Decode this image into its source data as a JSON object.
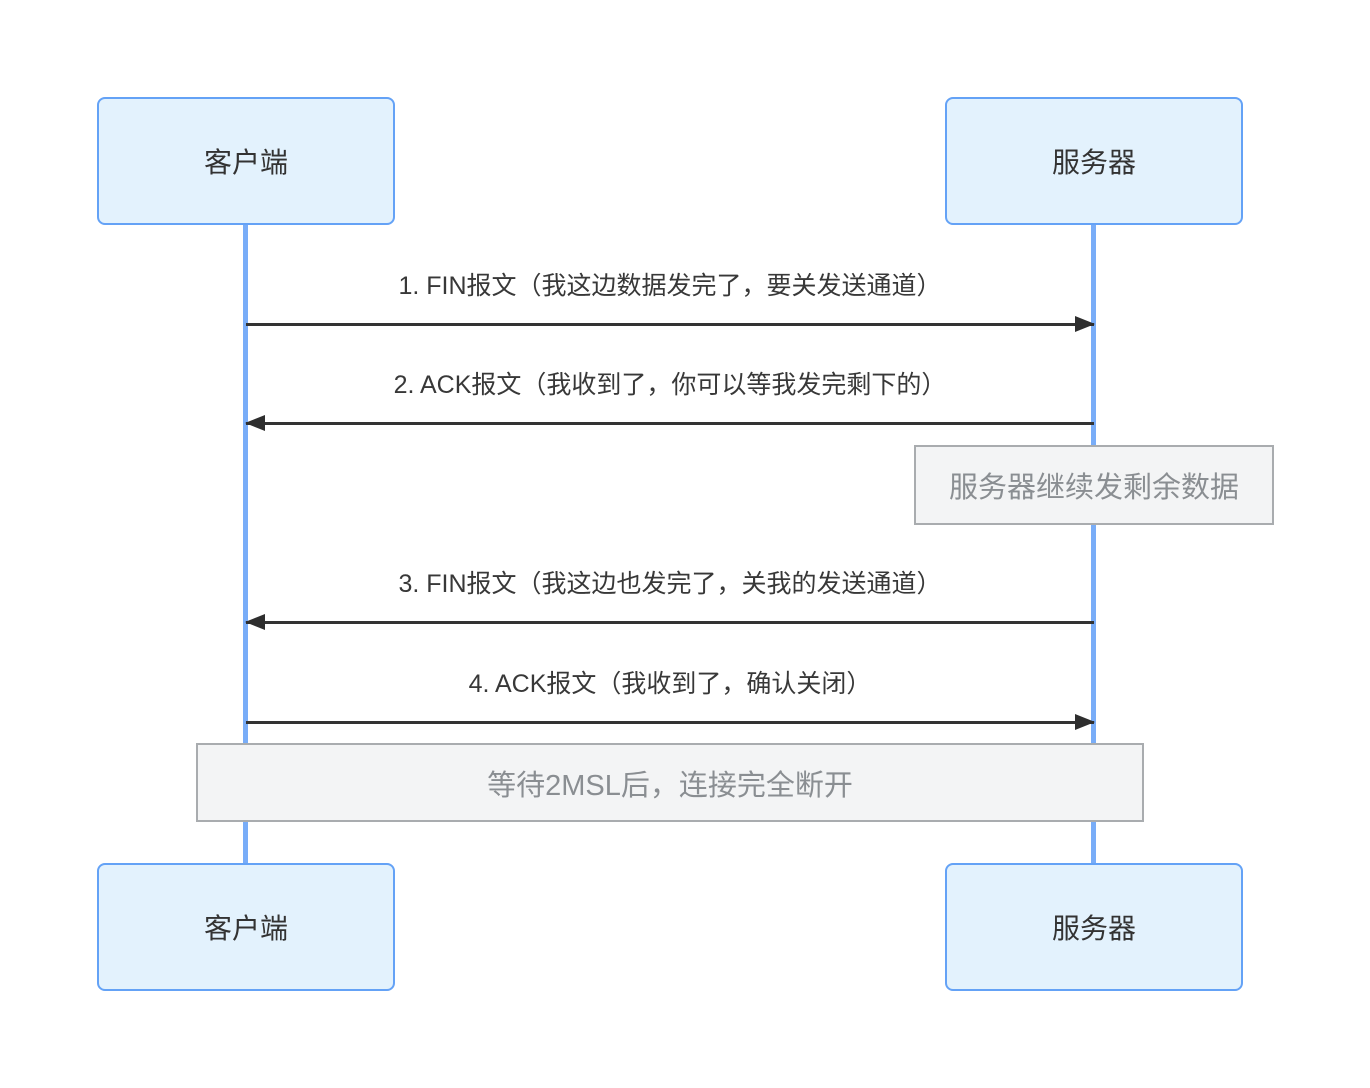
{
  "diagram": {
    "title_semantics": "TCP four-way handshake connection teardown sequence",
    "actors": {
      "client_top": "客户端",
      "server_top": "服务器",
      "client_bottom": "客户端",
      "server_bottom": "服务器"
    },
    "messages": [
      {
        "label": "1. FIN报文（我这边数据发完了，要关发送通道）",
        "direction": "right",
        "from": "客户端",
        "to": "服务器"
      },
      {
        "label": "2. ACK报文（我收到了，你可以等我发完剩下的）",
        "direction": "left",
        "from": "服务器",
        "to": "客户端"
      },
      {
        "label": "3. FIN报文（我这边也发完了，关我的发送通道）",
        "direction": "left",
        "from": "服务器",
        "to": "客户端"
      },
      {
        "label": "4. ACK报文（我收到了，确认关闭）",
        "direction": "right",
        "from": "客户端",
        "to": "服务器"
      }
    ],
    "notes": {
      "server_note": "服务器继续发剩余数据",
      "bottom_note": "等待2MSL后，连接完全断开"
    },
    "colors": {
      "actor_fill": "#e3f2fd",
      "actor_border": "#64a2f6",
      "lifeline": "#79adf8",
      "arrow": "#2e2e2e",
      "message_text": "#383838",
      "note_fill": "#f3f4f5",
      "note_border": "#a9acaf",
      "note_text": "#8a8e92",
      "background": "#ffffff"
    }
  }
}
